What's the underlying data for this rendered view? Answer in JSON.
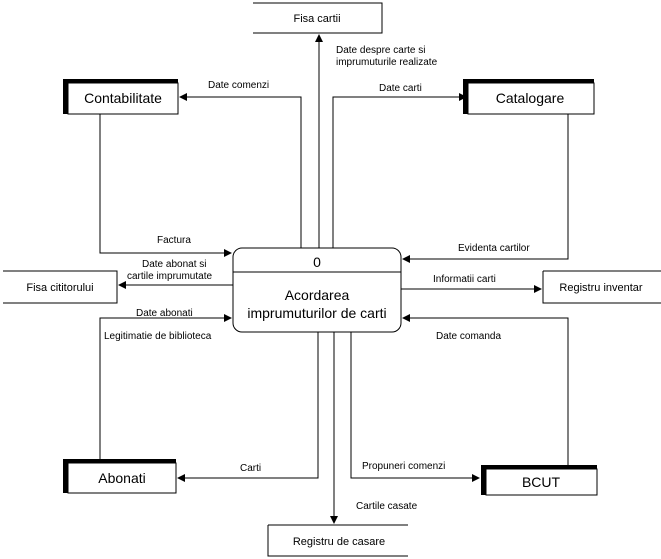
{
  "process": {
    "number": "0",
    "line1": "Acordarea",
    "line2": "imprumuturilor de carti"
  },
  "entities": {
    "contabilitate": "Contabilitate",
    "catalogare": "Catalogare",
    "abonati": "Abonati",
    "bcut": "BCUT"
  },
  "stores": {
    "fisa_cartii": "Fisa cartii",
    "fisa_cititorului": "Fisa cititorului",
    "registru_inventar": "Registru inventar",
    "registru_casare": "Registru de casare"
  },
  "flows": {
    "date_despre_carte_1": "Date despre carte si",
    "date_despre_carte_2": "imprumuturile realizate",
    "date_comenzi": "Date comenzi",
    "date_carti": "Date carti",
    "factura": "Factura",
    "evidenta_cartilor": "Evidenta cartilor",
    "date_abonat_1": "Date abonat si",
    "date_abonat_2": "cartile imprumutate",
    "informatii_carti": "Informatii carti",
    "date_abonati": "Date abonati",
    "legitimatie": "Legitimatie de biblioteca",
    "date_comanda": "Date comanda",
    "carti": "Carti",
    "propuneri_comenzi": "Propuneri comenzi",
    "cartile_casate": "Cartile casate"
  }
}
